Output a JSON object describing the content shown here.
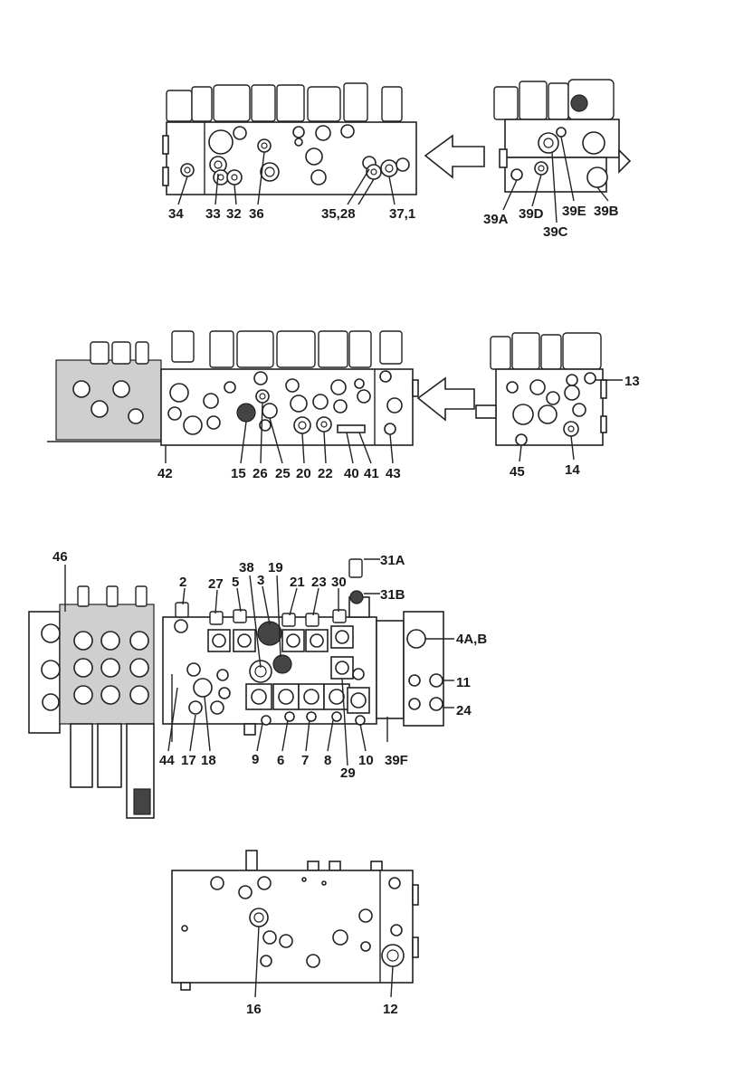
{
  "views": [
    {
      "id": "view-1",
      "labels": [
        "34",
        "33",
        "32",
        "36",
        "35,28",
        "37,1",
        "39A",
        "39D",
        "39C",
        "39E",
        "39B"
      ]
    },
    {
      "id": "view-2",
      "labels": [
        "42",
        "15",
        "26",
        "25",
        "20",
        "22",
        "40",
        "41",
        "43",
        "13",
        "45",
        "14"
      ]
    },
    {
      "id": "view-3",
      "labels": [
        "46",
        "2",
        "27",
        "5",
        "38",
        "3",
        "19",
        "21",
        "23",
        "30",
        "31A",
        "31B",
        "4A,B",
        "11",
        "24",
        "44",
        "17",
        "18",
        "9",
        "6",
        "7",
        "8",
        "29",
        "10",
        "39F"
      ]
    },
    {
      "id": "view-4",
      "labels": [
        "16",
        "12"
      ]
    }
  ]
}
